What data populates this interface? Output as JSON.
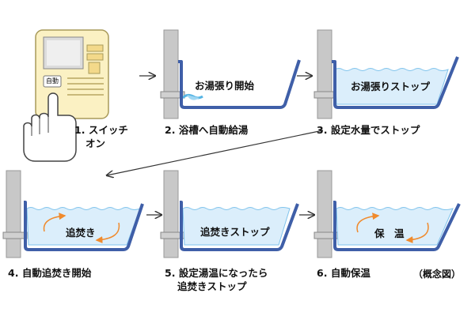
{
  "steps": [
    {
      "number": "1.",
      "line1": "スイッチ",
      "line2": "オン"
    },
    {
      "number": "2.",
      "line1": "浴槽へ自動給湯",
      "tub_label": "お湯張り開始"
    },
    {
      "number": "3.",
      "line1": "設定水量でストップ",
      "tub_label": "お湯張りストップ"
    },
    {
      "number": "4.",
      "line1": "自動追焚き開始",
      "tub_label": "追焚き"
    },
    {
      "number": "5.",
      "line1": "設定湯温になったら",
      "line2": "追焚きストップ",
      "tub_label": "追焚きストップ"
    },
    {
      "number": "6.",
      "line1": "自動保温",
      "tub_label": "保　温"
    }
  ],
  "panel": {
    "button_label": "自動"
  },
  "note": "（概念図）",
  "colors": {
    "water": "#dbeefb",
    "water_edge": "#7fc3ec",
    "tub": "#3f5fa8",
    "wall": "#c8c8c8",
    "panel": "#fbf1c3",
    "arrow_orange": "#f08a2c"
  }
}
